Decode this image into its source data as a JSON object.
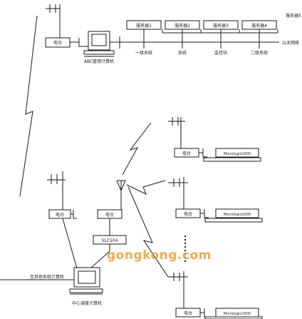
{
  "top_network": {
    "host_label": "ABC管理计算机",
    "modem_label": "电台",
    "servers": [
      "服务器1",
      "服务器2",
      "服务器3",
      "服务器4",
      "服务器5"
    ],
    "workstation_labels": [
      "一级系统",
      "系统",
      "监控站",
      "二级系统"
    ],
    "bus_label": "以太网络"
  },
  "center": {
    "radio_left_label": "电台",
    "radio_right_label": "电台",
    "controller_label": "SLC504",
    "link_label": "至其他系统计算机",
    "host_label": "中心调度计算机"
  },
  "stations": [
    {
      "radio_label": "电台",
      "plc_label": "Micrologix1000"
    },
    {
      "radio_label": "电台",
      "plc_label": "Micrologix1000"
    },
    {
      "radio_label": "电台",
      "plc_label": "Micrologix1500"
    }
  ],
  "watermark": "gongkong.com",
  "colors": {
    "line": "#1a1a1a",
    "watermark": "#f39a33"
  }
}
